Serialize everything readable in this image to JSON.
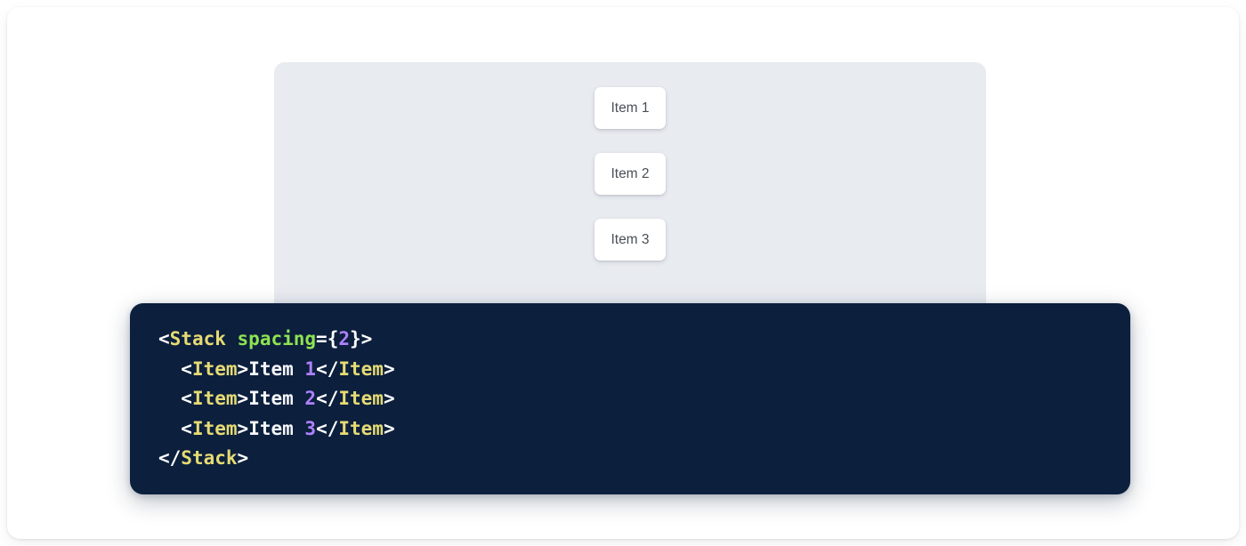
{
  "colors": {
    "page_background": "#ffffff",
    "card_background": "#ffffff",
    "preview_panel_background": "#e8ebf0",
    "item_background": "#ffffff",
    "item_text": "#4a4f56",
    "code_background": "#0c1f3d",
    "code_punctuation": "#ffffff",
    "code_tag": "#e6db74",
    "code_attribute": "#8ee352",
    "code_number": "#ae81ff",
    "code_text": "#f5f6f8"
  },
  "preview": {
    "component": "Stack",
    "items": [
      {
        "label": "Item 1"
      },
      {
        "label": "Item 2"
      },
      {
        "label": "Item 3"
      }
    ]
  },
  "code": {
    "language": "jsx",
    "full_text": "<Stack spacing={2}>\n  <Item>Item 1</Item>\n  <Item>Item 2</Item>\n  <Item>Item 3</Item>\n</Stack>",
    "lines": [
      {
        "indent": "",
        "tokens": [
          {
            "t": "<",
            "k": "punct"
          },
          {
            "t": "Stack",
            "k": "tag"
          },
          {
            "t": " ",
            "k": "punct"
          },
          {
            "t": "spacing",
            "k": "attr"
          },
          {
            "t": "={",
            "k": "punct"
          },
          {
            "t": "2",
            "k": "num"
          },
          {
            "t": "}>",
            "k": "punct"
          }
        ]
      },
      {
        "indent": "  ",
        "tokens": [
          {
            "t": "<",
            "k": "punct"
          },
          {
            "t": "Item",
            "k": "tag"
          },
          {
            "t": ">",
            "k": "punct"
          },
          {
            "t": "Item ",
            "k": "text"
          },
          {
            "t": "1",
            "k": "num"
          },
          {
            "t": "</",
            "k": "punct"
          },
          {
            "t": "Item",
            "k": "tag"
          },
          {
            "t": ">",
            "k": "punct"
          }
        ]
      },
      {
        "indent": "  ",
        "tokens": [
          {
            "t": "<",
            "k": "punct"
          },
          {
            "t": "Item",
            "k": "tag"
          },
          {
            "t": ">",
            "k": "punct"
          },
          {
            "t": "Item ",
            "k": "text"
          },
          {
            "t": "2",
            "k": "num"
          },
          {
            "t": "</",
            "k": "punct"
          },
          {
            "t": "Item",
            "k": "tag"
          },
          {
            "t": ">",
            "k": "punct"
          }
        ]
      },
      {
        "indent": "  ",
        "tokens": [
          {
            "t": "<",
            "k": "punct"
          },
          {
            "t": "Item",
            "k": "tag"
          },
          {
            "t": ">",
            "k": "punct"
          },
          {
            "t": "Item ",
            "k": "text"
          },
          {
            "t": "3",
            "k": "num"
          },
          {
            "t": "</",
            "k": "punct"
          },
          {
            "t": "Item",
            "k": "tag"
          },
          {
            "t": ">",
            "k": "punct"
          }
        ]
      },
      {
        "indent": "",
        "tokens": [
          {
            "t": "</",
            "k": "punct"
          },
          {
            "t": "Stack",
            "k": "tag"
          },
          {
            "t": ">",
            "k": "punct"
          }
        ]
      }
    ]
  }
}
